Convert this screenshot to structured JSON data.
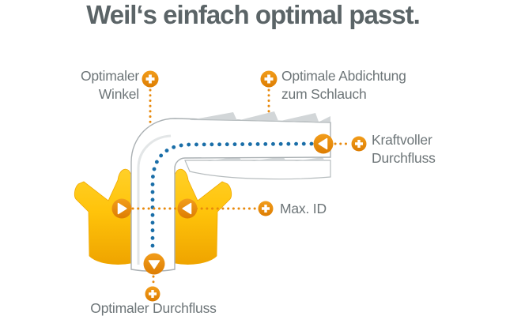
{
  "title": "Weil‘s einfach optimal passt.",
  "annotations": {
    "winkel": {
      "line1": "Optimaler",
      "line2": "Winkel"
    },
    "abdichtung": {
      "line1": "Optimale Abdichtung",
      "line2": "zum Schlauch"
    },
    "kraftvoller": {
      "line1": "Kraftvoller",
      "line2": "Durchfluss"
    },
    "max_id": {
      "label": "Max. ID"
    },
    "durchfluss": {
      "label": "Optimaler Durchfluss"
    }
  },
  "icons": {
    "plus_icons": [
      "plus-winkel",
      "plus-abdichtung",
      "plus-kraftvoller",
      "plus-maxid",
      "plus-durchfluss"
    ],
    "arrow_icons": [
      "arrow-left-kraftvoller",
      "arrow-right-maxid",
      "arrow-left-maxid",
      "arrow-down-durchfluss"
    ]
  },
  "colors": {
    "title_gray": "#5b6467",
    "label_gray": "#6d7578",
    "accent_orange": "#e8890c",
    "flow_blue": "#1a6ea8",
    "connector_yellow": "#ffc30a",
    "connector_yellow_dark": "#eda500",
    "tube_outline_gray": "#aab0b3"
  }
}
